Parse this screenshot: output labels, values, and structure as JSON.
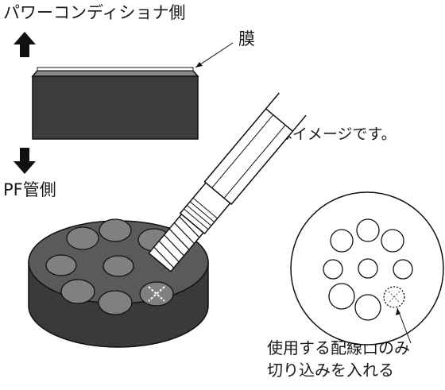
{
  "labels": {
    "top_side": "パワーコンディショナ側",
    "film": "膜",
    "note": "※図はイメージです。",
    "pf_side": "PF管側",
    "instruction_line1": "使用する配線口のみ",
    "instruction_line2": "切り込みを入れる"
  },
  "icons": {
    "up_arrow": "arrow-up-icon",
    "down_arrow": "arrow-down-icon",
    "cutter": "utility-knife-icon",
    "cut_mark": "cross-cut-icon"
  },
  "colors": {
    "block_front": "#3c3c3c",
    "block_top": "#8a8a8a",
    "grommet_side": "#3a3a3a",
    "grommet_top": "#5a5a5a",
    "hole": "#808080",
    "outline": "#111111"
  }
}
